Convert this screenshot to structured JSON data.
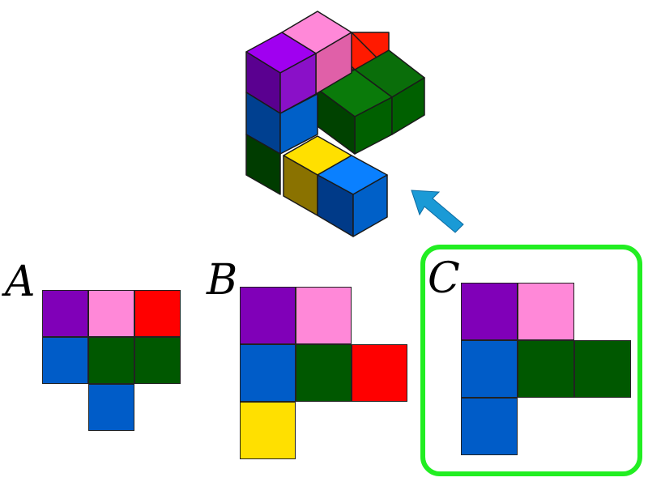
{
  "colors": {
    "purple": "#8000b8",
    "pink": "#ff88d8",
    "red": "#ff0000",
    "blue": "#005cc8",
    "green": "#005800",
    "yellow": "#ffe000",
    "arrow": "#1a9ad6",
    "highlight": "#22ee22"
  },
  "structure": {
    "description_icon": "isometric-cube-stack",
    "top_layer": [
      "purple",
      "pink",
      "red",
      "green",
      "green",
      "green"
    ],
    "middle_layer": [
      "blue",
      "green",
      "green",
      "green"
    ],
    "bottom_layer": [
      "green",
      "yellow",
      "blue"
    ]
  },
  "options": [
    {
      "label": "A",
      "rows": [
        [
          "purple",
          "pink",
          "red"
        ],
        [
          "blue",
          "green",
          "green"
        ],
        [
          "",
          "blue",
          ""
        ]
      ]
    },
    {
      "label": "B",
      "rows": [
        [
          "purple",
          "pink",
          ""
        ],
        [
          "blue",
          "green",
          "red"
        ],
        [
          "yellow",
          "",
          ""
        ]
      ]
    },
    {
      "label": "C",
      "rows": [
        [
          "purple",
          "pink",
          ""
        ],
        [
          "blue",
          "green",
          "green"
        ],
        [
          "blue",
          "",
          ""
        ]
      ],
      "selected": true
    }
  ]
}
